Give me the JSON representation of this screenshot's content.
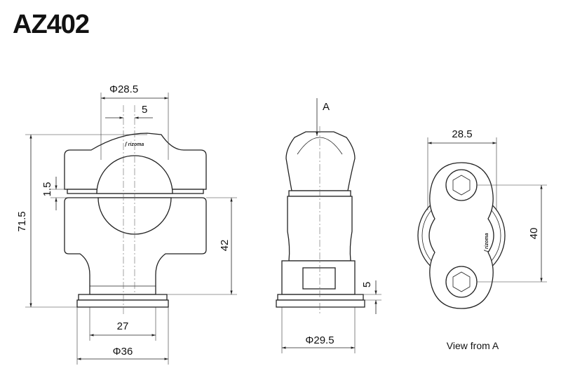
{
  "title": "AZ402",
  "brand": "rizoma",
  "view_arrow_label": "A",
  "caption": "View from A",
  "dimensions": {
    "front_bore": "Φ28.5",
    "front_offset": "5",
    "front_gap": "1.5",
    "front_height": "71.5",
    "front_body_height": "42",
    "front_stem": "27",
    "front_base": "Φ36",
    "side_base": "Φ29.5",
    "side_flat": "5",
    "top_width": "28.5",
    "top_spacing": "40"
  }
}
